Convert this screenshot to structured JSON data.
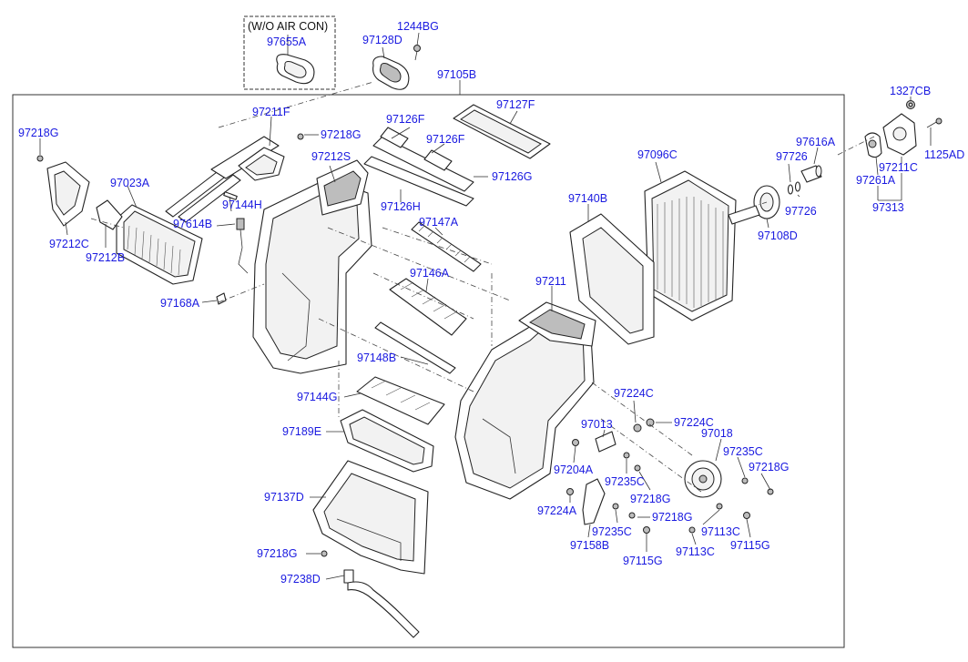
{
  "diagram": {
    "note_header": "(W/O AIR CON)",
    "labels": {
      "p97655A": "97655A",
      "p97128D": "97128D",
      "p1244BG": "1244BG",
      "p97105B": "97105B",
      "p1327CB": "1327CB",
      "p97218G_a": "97218G",
      "p97211F": "97211F",
      "p97218G_b": "97218G",
      "p97127F": "97127F",
      "p97126F_a": "97126F",
      "p97126F_b": "97126F",
      "p97212S": "97212S",
      "p97126G": "97126G",
      "p97096C": "97096C",
      "p97616A": "97616A",
      "p97211C": "97211C",
      "p1125AD": "1125AD",
      "p97726_a": "97726",
      "p97261A": "97261A",
      "p97023A": "97023A",
      "p97126H": "97126H",
      "p97140B": "97140B",
      "p97726_b": "97726",
      "p97313": "97313",
      "p97144H": "97144H",
      "p97147A": "97147A",
      "p97108D": "97108D",
      "p97614B": "97614B",
      "p97212C": "97212C",
      "p97212B": "97212B",
      "p97146A": "97146A",
      "p97211": "97211",
      "p97168A": "97168A",
      "p97148B": "97148B",
      "p97224C_a": "97224C",
      "p97144G": "97144G",
      "p97013": "97013",
      "p97224C_b": "97224C",
      "p97018": "97018",
      "p97189E": "97189E",
      "p97235C_a": "97235C",
      "p97204A": "97204A",
      "p97218G_c": "97218G",
      "p97235C_b": "97235C",
      "p97137D": "97137D",
      "p97218G_d": "97218G",
      "p97224A": "97224A",
      "p97218G_e": "97218G",
      "p97113C_a": "97113C",
      "p97235C_c": "97235C",
      "p97158B": "97158B",
      "p97115G_a": "97115G",
      "p97113C_b": "97113C",
      "p97115G_b": "97115G",
      "p97218G_f": "97218G",
      "p97238D": "97238D"
    }
  },
  "colors": {
    "label": "#1a1ae0",
    "line": "#333333",
    "background": "#ffffff"
  }
}
